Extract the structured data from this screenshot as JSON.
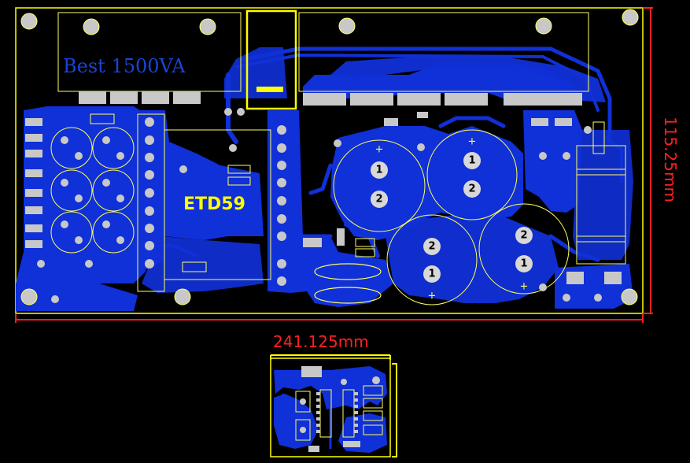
{
  "board": {
    "silkscreen_title": "Best  1500VA",
    "transformer_label": "ETD59",
    "width_dimension": "241.125mm",
    "height_dimension": "115.25mm"
  },
  "capacitor_pads": {
    "cap_a": [
      "1",
      "2"
    ],
    "cap_b": [
      "1",
      "2"
    ],
    "cap_c": [
      "2",
      "1"
    ],
    "cap_d": [
      "2",
      "1"
    ],
    "polarity": "+"
  },
  "colors": {
    "copper": "#1030d8",
    "silkscreen": "#ffff00",
    "dimension": "#ff2020",
    "pad": "#c0c0c0",
    "background": "#000000"
  }
}
